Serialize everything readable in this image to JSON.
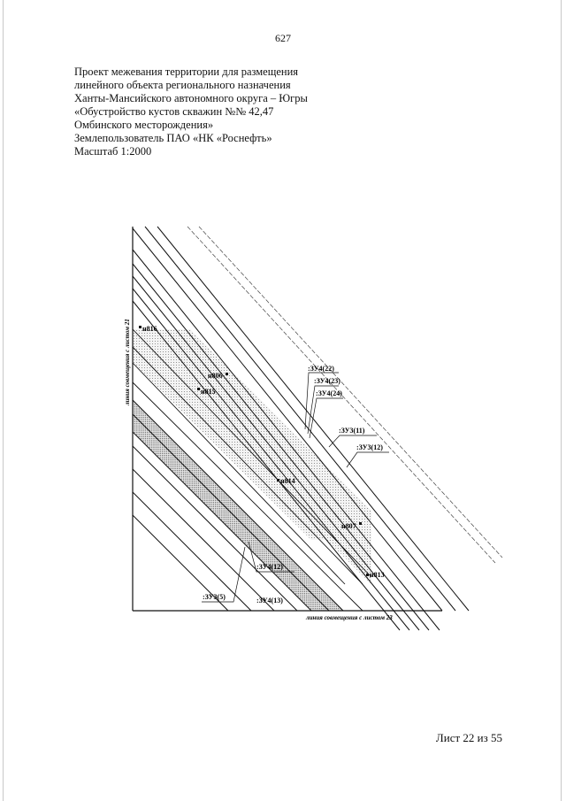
{
  "page_number": "627",
  "title_lines": [
    "Проект межевания территории для размещения",
    "линейного объекта регионального назначения",
    "Ханты-Мансийского автономного округа – Югры",
    "«Обустройство кустов скважин №№ 42,47",
    "Омбинского месторождения»",
    "Землепользователь ПАО «НК «Роснефть»",
    "Масштаб 1:2000"
  ],
  "map": {
    "join_line_left": "линия совмещения с листом 21",
    "join_line_bottom": "линия совмещения с листом 23",
    "points": {
      "n816": "н816",
      "n806": "н806",
      "n815": "н815",
      "n814": "н814",
      "n807": "н807",
      "n813": "н813"
    },
    "parcels": {
      "zu4_22": ":ЗУ4(22)",
      "zu4_23": ":ЗУ4(23)",
      "zu4_24": ":ЗУ4(24)",
      "zu3_11": ":ЗУ3(11)",
      "zu3_12": ":ЗУ3(12)",
      "zu4_12": ":ЗУ4(12)",
      "zu3_5": ":ЗУ3(5)",
      "zu4_13": ":ЗУ4(13)"
    }
  },
  "sheet_label": "Лист 22 из 55"
}
